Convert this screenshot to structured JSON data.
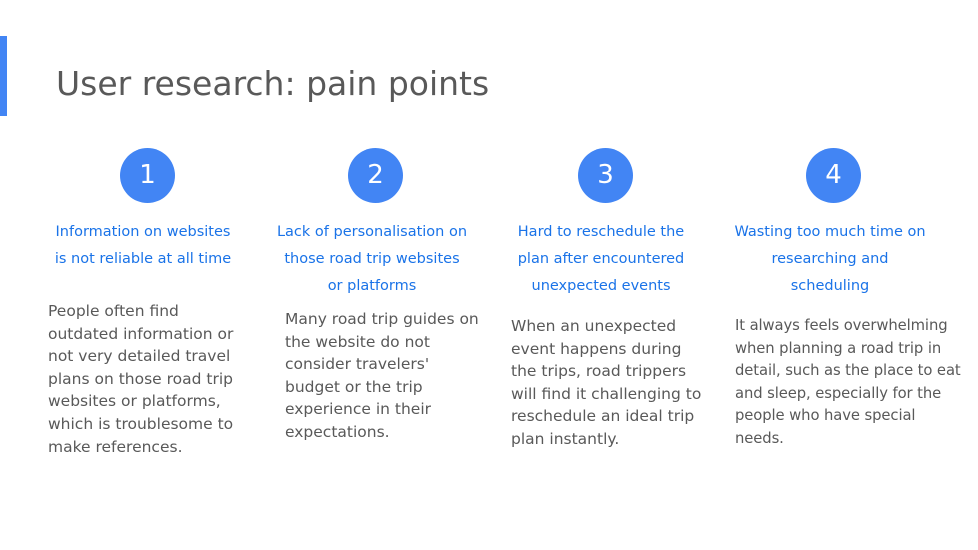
{
  "slide": {
    "title": "User research: pain points",
    "accent_color": "#4285f4",
    "headline_color": "#1a73e8",
    "circle_color": "#4285f4",
    "text_color": "#595959"
  },
  "pain_points": [
    {
      "number": "1",
      "headline_lines": [
        "Information on websites",
        "is not reliable at all time"
      ],
      "description_lines": [
        "People often find",
        "outdated information or",
        "not very detailed travel",
        "plans on those road trip",
        "websites or platforms,",
        "which is troublesome to",
        "make references."
      ]
    },
    {
      "number": "2",
      "headline_lines": [
        "Lack of personalisation on",
        "those road trip websites",
        "or platforms"
      ],
      "description_lines": [
        "Many road trip guides on",
        "the website do not",
        "consider travelers'",
        "budget or the trip",
        "experience in their",
        "expectations."
      ]
    },
    {
      "number": "3",
      "headline_lines": [
        "Hard to reschedule the",
        "plan after encountered",
        "unexpected events"
      ],
      "description_lines": [
        "When an unexpected",
        "event happens during",
        "the trips, road trippers",
        "will find it challenging to",
        "reschedule an ideal trip",
        "plan instantly."
      ]
    },
    {
      "number": "4",
      "headline_lines": [
        "Wasting too much time on",
        "researching and",
        "scheduling"
      ],
      "description_lines": [
        "It always feels overwhelming",
        "when planning a road trip in",
        "detail, such as the place to eat",
        "and sleep, especially for the",
        "people who have special",
        "needs."
      ]
    }
  ]
}
